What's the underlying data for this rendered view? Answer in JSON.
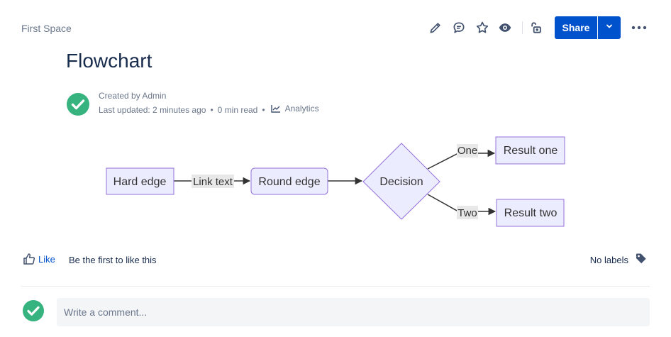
{
  "breadcrumb": {
    "space": "First Space"
  },
  "toolbar": {
    "icons": [
      "edit-icon",
      "comment-icon",
      "star-icon",
      "watch-icon",
      "restrictions-icon"
    ],
    "share_label": "Share",
    "more": "more-actions-icon"
  },
  "page": {
    "title": "Flowchart"
  },
  "byline": {
    "created": "Created by Admin",
    "updated": "Last updated: 2 minutes ago",
    "read_time": "0 min read",
    "analytics": "Analytics",
    "dot": "•"
  },
  "flowchart": {
    "nodes": {
      "hard_edge": "Hard edge",
      "round_edge": "Round edge",
      "decision": "Decision",
      "result_one": "Result one",
      "result_two": "Result two"
    },
    "edges": {
      "link_text": "Link text",
      "one": "One",
      "two": "Two"
    },
    "colors": {
      "node_fill": "#ECECFF",
      "node_stroke": "#9370DB",
      "edge": "#333333",
      "edge_label_bg": "#E8E8E8"
    }
  },
  "footer": {
    "like_label": "Like",
    "like_text": "Be the first to like this",
    "labels_text": "No labels"
  },
  "comment": {
    "placeholder": "Write a comment..."
  },
  "colors": {
    "accent": "#0052CC",
    "success": "#36B37E",
    "text": "#172B4D",
    "muted": "#6B778C"
  }
}
